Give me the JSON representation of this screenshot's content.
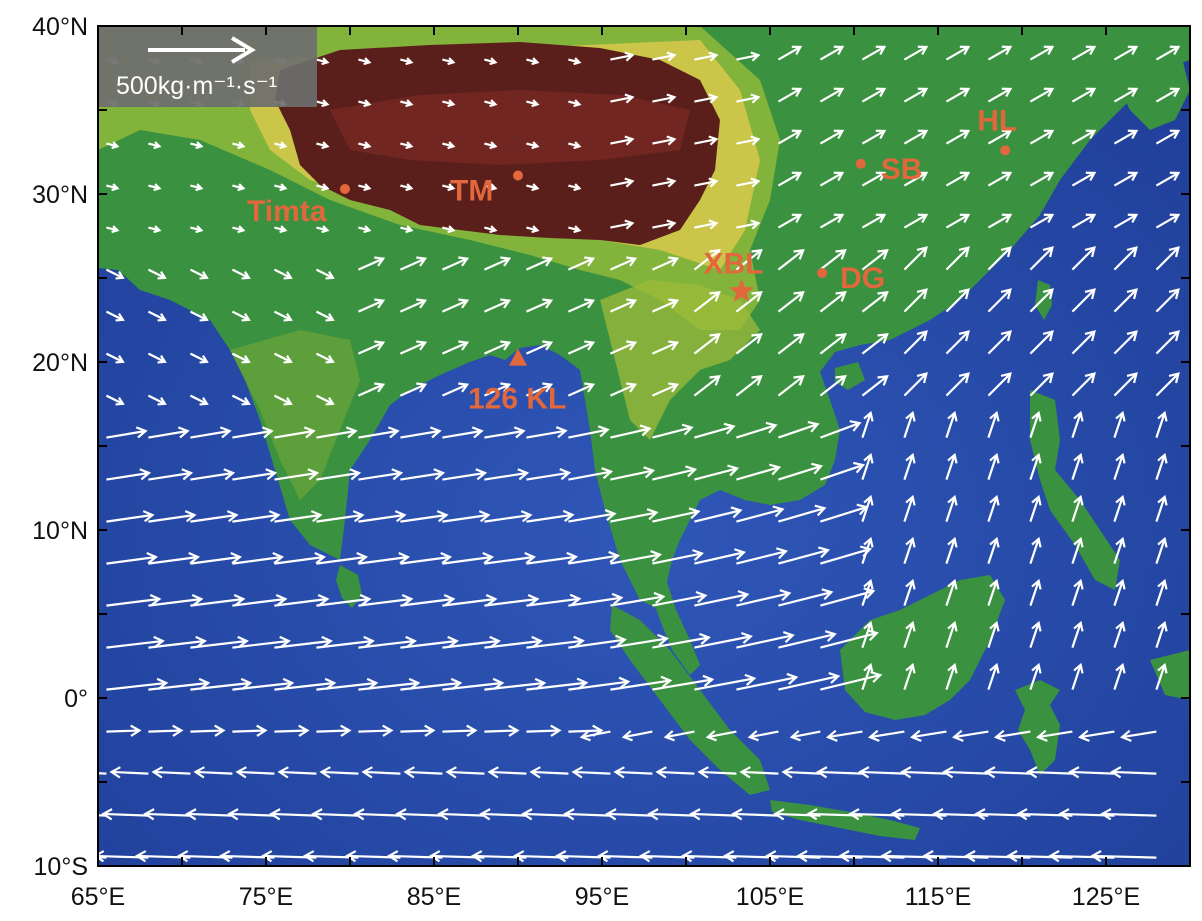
{
  "map": {
    "lon_range": [
      65,
      130
    ],
    "lat_range": [
      -10,
      40
    ],
    "lon_tick_labels": [
      {
        "lon": 65,
        "label": "65°E"
      },
      {
        "lon": 75,
        "label": "75°E"
      },
      {
        "lon": 85,
        "label": "85°E"
      },
      {
        "lon": 95,
        "label": "95°E"
      },
      {
        "lon": 105,
        "label": "105°E"
      },
      {
        "lon": 115,
        "label": "115°E"
      },
      {
        "lon": 125,
        "label": "125°E"
      }
    ],
    "lat_tick_labels": [
      {
        "lat": 40,
        "label": "40°N"
      },
      {
        "lat": 30,
        "label": "30°N"
      },
      {
        "lat": 20,
        "label": "20°N"
      },
      {
        "lat": 10,
        "label": "10°N"
      },
      {
        "lat": 0,
        "label": "0°"
      },
      {
        "lat": -10,
        "label": "10°S"
      }
    ],
    "colors": {
      "ocean": "#2848a8",
      "lowland": "#2f8a3a",
      "upland": "#9fbf3a",
      "highland": "#d6c64a",
      "plateau": "#5a1e1a",
      "site": "#e2673c",
      "vector": "#ffffff"
    }
  },
  "legend": {
    "reference_vector_kg_m_s": 500,
    "label": "500kg·m⁻¹·s⁻¹"
  },
  "sites": [
    {
      "name": "Timta",
      "lon": 79.7,
      "lat": 30.3,
      "marker": "dot"
    },
    {
      "name": "TM",
      "lon": 90.0,
      "lat": 31.1,
      "marker": "dot"
    },
    {
      "name": "SB",
      "lon": 110.4,
      "lat": 31.8,
      "marker": "dot"
    },
    {
      "name": "HL",
      "lon": 119.0,
      "lat": 32.6,
      "marker": "dot"
    },
    {
      "name": "XBL",
      "lon": 103.3,
      "lat": 24.2,
      "marker": "star"
    },
    {
      "name": "DG",
      "lon": 108.1,
      "lat": 25.3,
      "marker": "dot"
    },
    {
      "name": "126 KL",
      "lon": 90.0,
      "lat": 20.2,
      "marker": "triangle"
    }
  ]
}
